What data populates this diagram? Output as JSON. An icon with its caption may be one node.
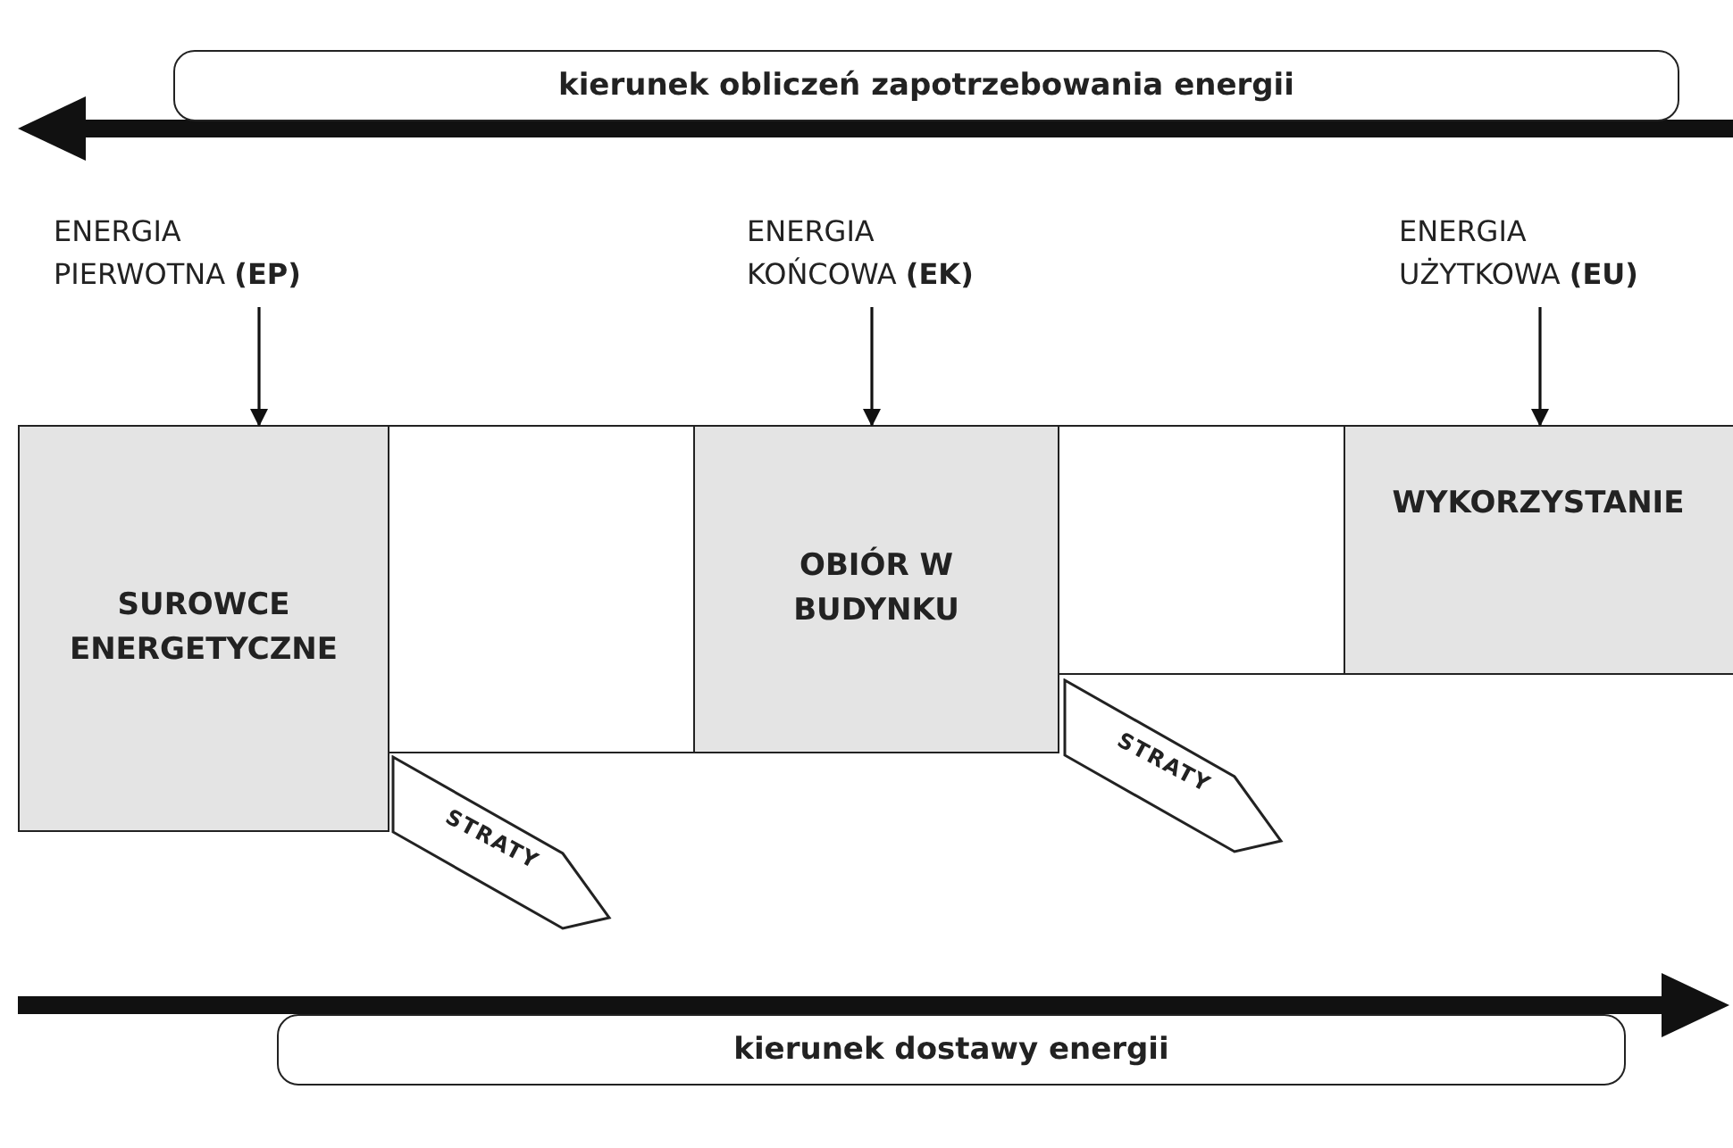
{
  "diagram": {
    "nodes": [
      {
        "text": [
          "kierunek obliczeń zapotrzebowania energii"
        ]
      },
      {
        "text": [
          "ENERGIA PIERWOTNA **(EP)**"
        ]
      },
      {
        "text": [
          "ENERGIA KOŃCOWA **(EK)**"
        ]
      },
      {
        "text": [
          "ENERGIA UŻYTKOWA **(EU)**"
        ]
      },
      {
        "text": [
          "SUROWCE ENERGETYCZNE"
        ]
      },
      {
        "text": [],
        "shape": "band"
      },
      {
        "text": [
          "OBIÓR W BUDYNKU"
        ]
      },
      {
        "text": [],
        "shape": "band"
      },
      {
        "text": [
          "WYKORZYSTANIE"
        ]
      },
      {
        "text": [
          "STRATY"
        ]
      },
      {
        "text": [
          "STRATY"
        ]
      },
      {
        "text": [
          "kierunek dostawy energii"
        ]
      }
    ],
    "edges": [
      {
        "from": 1,
        "to": 4,
        "arrow": "to"
      },
      {
        "from": 2,
        "to": 6,
        "arrow": "to"
      },
      {
        "from": 3,
        "to": 8,
        "arrow": "to"
      }
    ]
  }
}
